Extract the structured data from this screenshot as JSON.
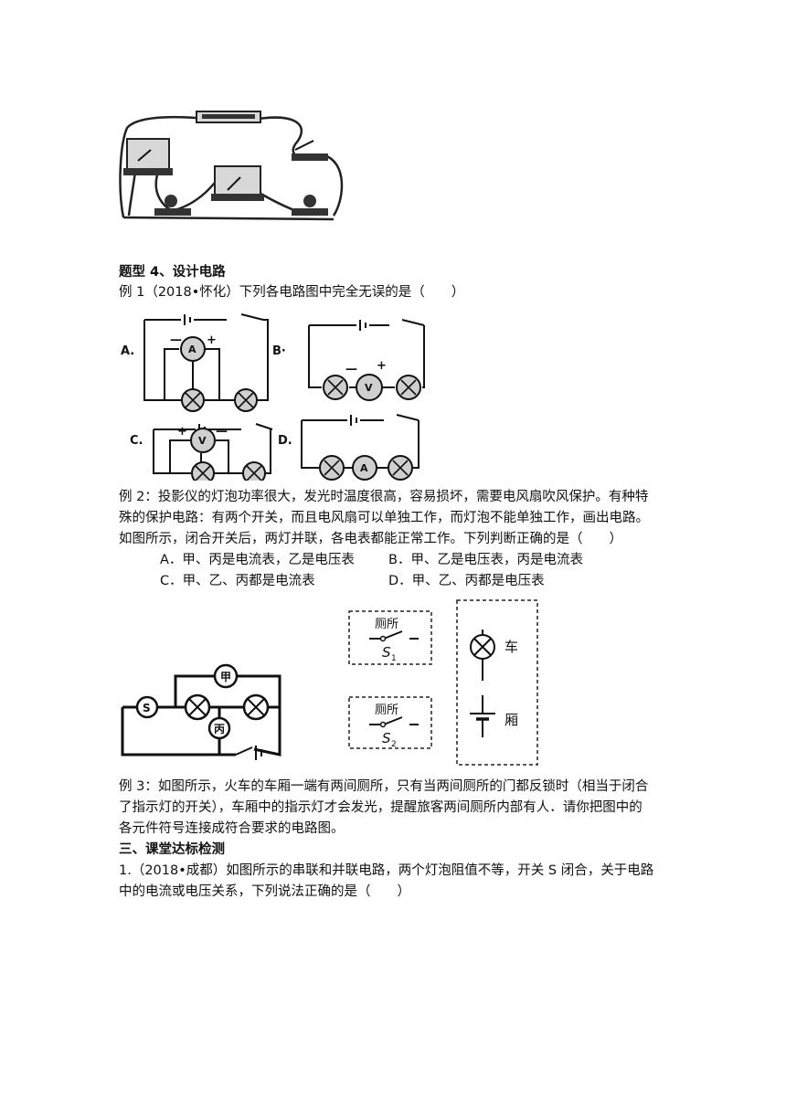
{
  "section4": {
    "heading": "题型 4、设计电路"
  },
  "example1": {
    "stem": "例 1（2018•怀化）下列各电路图中完全无误的是（　　）",
    "labels": [
      "A.",
      "B·",
      "C.",
      "D."
    ],
    "meter_a": "A",
    "meter_v": "V",
    "plus": "+",
    "minus": "—"
  },
  "example2": {
    "line1": "例 2：投影仪的灯泡功率很大，发光时温度很高，容易损坏，需要电风扇吹风保护。有种特",
    "line2": "殊的保护电路：有两个开关，而且电风扇可以单独工作，而灯泡不能单独工作，画出电路。",
    "line3": "如图所示，闭合开关后，两灯并联，各电表都能正常工作。下列判断正确的是（　　）",
    "optA": "A．甲、丙是电流表，乙是电压表",
    "optB": "B．甲、乙是电压表，丙是电流表",
    "optC": "C．甲、乙、丙都是电流表",
    "optD": "D．甲、乙、丙都是电压表",
    "meter_jia": "甲",
    "meter_bing": "丙",
    "motor": "S"
  },
  "example3": {
    "box1_label": "厕所",
    "box1_switch": "S",
    "box1_sub": "1",
    "box2_label": "厕所",
    "box2_switch": "S",
    "box2_sub": "2",
    "lamp_label": "车",
    "battery_label": "厢",
    "line1": "例 3：如图所示，火车的车厢一端有两间厕所，只有当两间厕所的门都反锁时（相当于闭合",
    "line2": "了指示灯的开关），车厢中的指示灯才会发光，提醒旅客两间厕所内部有人．请你把图中的",
    "line3": "各元件符号连接成符合要求的电路图。"
  },
  "section3": {
    "heading": "三、课堂达标检测"
  },
  "question1": {
    "line1": "1.（2018•成都）如图所示的串联和并联电路，两个灯泡阻值不等，开关 S 闭合，关于电路",
    "line2": "中的电流或电压关系，下列说法正确的是（　　）"
  }
}
